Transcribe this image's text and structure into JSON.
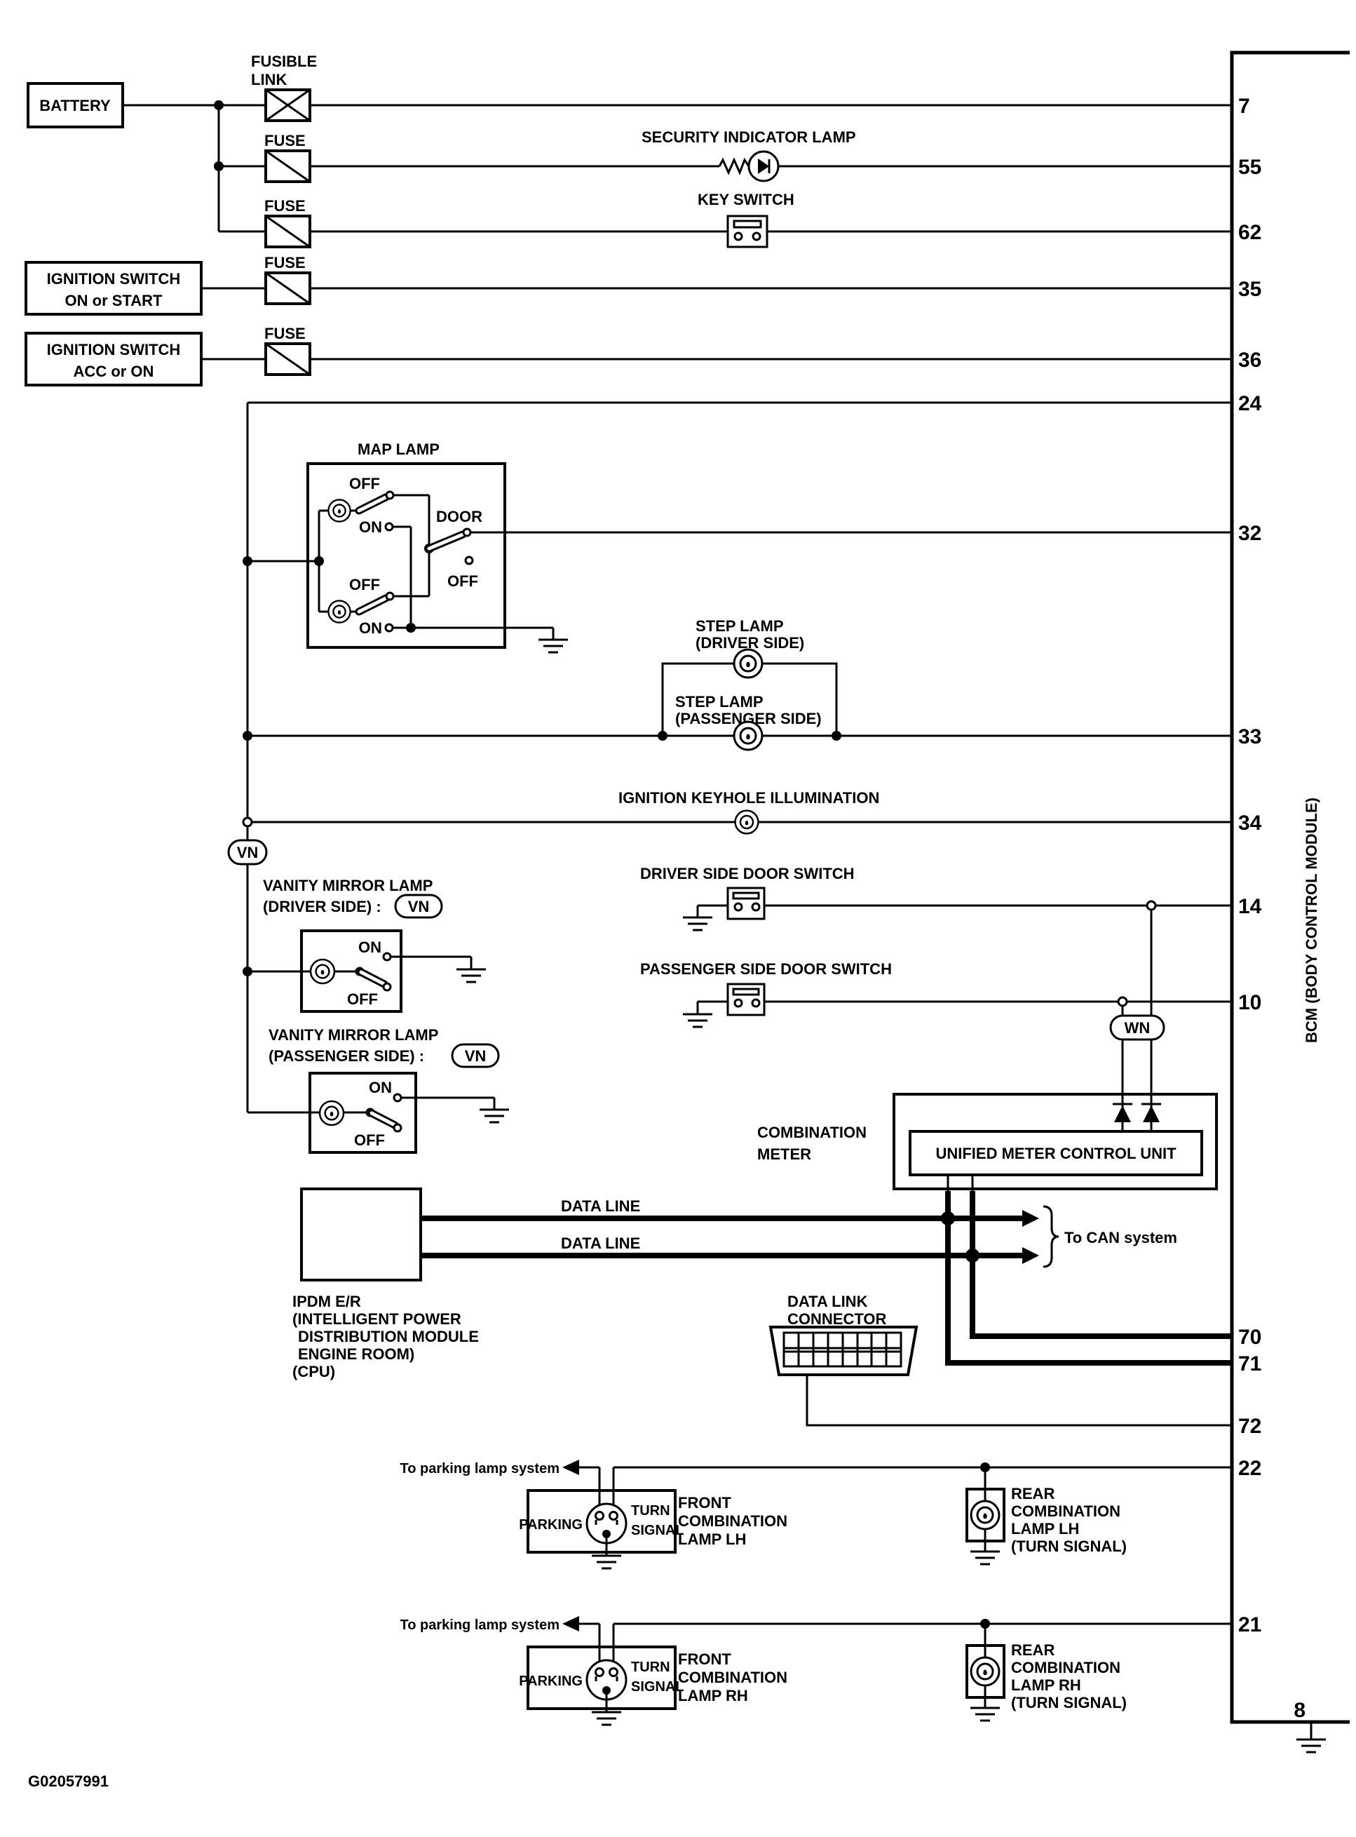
{
  "title_block": {
    "figure_id": "G02057991"
  },
  "bcm": {
    "label": "BCM (BODY CONTROL MODULE)",
    "pins": [
      "7",
      "55",
      "62",
      "35",
      "36",
      "24",
      "32",
      "33",
      "34",
      "14",
      "10",
      "70",
      "71",
      "72",
      "22",
      "21"
    ],
    "ground_pin": "8"
  },
  "power": {
    "battery": "BATTERY",
    "fusible_link_l1": "FUSIBLE",
    "fusible_link_l2": "LINK",
    "fuse": "FUSE",
    "ign_on_start_l1": "IGNITION SWITCH",
    "ign_on_start_l2": "ON or START",
    "ign_acc_on_l1": "IGNITION SWITCH",
    "ign_acc_on_l2": "ACC or ON"
  },
  "lamps": {
    "security_indicator": "SECURITY INDICATOR LAMP",
    "key_switch": "KEY SWITCH",
    "map_lamp": "MAP LAMP",
    "sw_on": "ON",
    "sw_off": "OFF",
    "door": "DOOR",
    "step_driver_l1": "STEP LAMP",
    "step_driver_l2": "(DRIVER SIDE)",
    "step_passenger_l1": "STEP LAMP",
    "step_passenger_l2": "(PASSENGER SIDE)",
    "keyhole": "IGNITION KEYHOLE ILLUMINATION",
    "vanity_driver_l1": "VANITY MIRROR LAMP",
    "vanity_driver_l2": "(DRIVER SIDE) :",
    "vanity_passenger_l1": "VANITY MIRROR LAMP",
    "vanity_passenger_l2": "(PASSENGER SIDE) :",
    "vn": "VN",
    "wn": "WN"
  },
  "switches": {
    "driver_door": "DRIVER SIDE DOOR SWITCH",
    "passenger_door": "PASSENGER SIDE DOOR SWITCH"
  },
  "meter": {
    "combination_l1": "COMBINATION",
    "combination_l2": "METER",
    "unified": "UNIFIED METER CONTROL UNIT"
  },
  "network": {
    "data_line": "DATA LINE",
    "to_can": "To CAN system",
    "dlc_l1": "DATA LINK",
    "dlc_l2": "CONNECTOR",
    "ipdm_l1": "IPDM E/R",
    "ipdm_l2": "(INTELLIGENT POWER",
    "ipdm_l3": "DISTRIBUTION MODULE",
    "ipdm_l4": "ENGINE ROOM)",
    "ipdm_l5": "(CPU)"
  },
  "exterior": {
    "to_parking": "To parking lamp system",
    "parking": "PARKING",
    "turn_l1": "TURN",
    "turn_l2": "SIGNAL",
    "front_lh_l1": "FRONT",
    "front_lh_l2": "COMBINATION",
    "front_lh_l3": "LAMP LH",
    "front_rh_l1": "FRONT",
    "front_rh_l2": "COMBINATION",
    "front_rh_l3": "LAMP RH",
    "rear_lh_l1": "REAR",
    "rear_lh_l2": "COMBINATION",
    "rear_lh_l3": "LAMP LH",
    "rear_lh_l4": "(TURN SIGNAL)",
    "rear_rh_l1": "REAR",
    "rear_rh_l2": "COMBINATION",
    "rear_rh_l3": "LAMP RH",
    "rear_rh_l4": "(TURN SIGNAL)"
  },
  "colors": {
    "line": "#000000",
    "background": "#ffffff"
  }
}
